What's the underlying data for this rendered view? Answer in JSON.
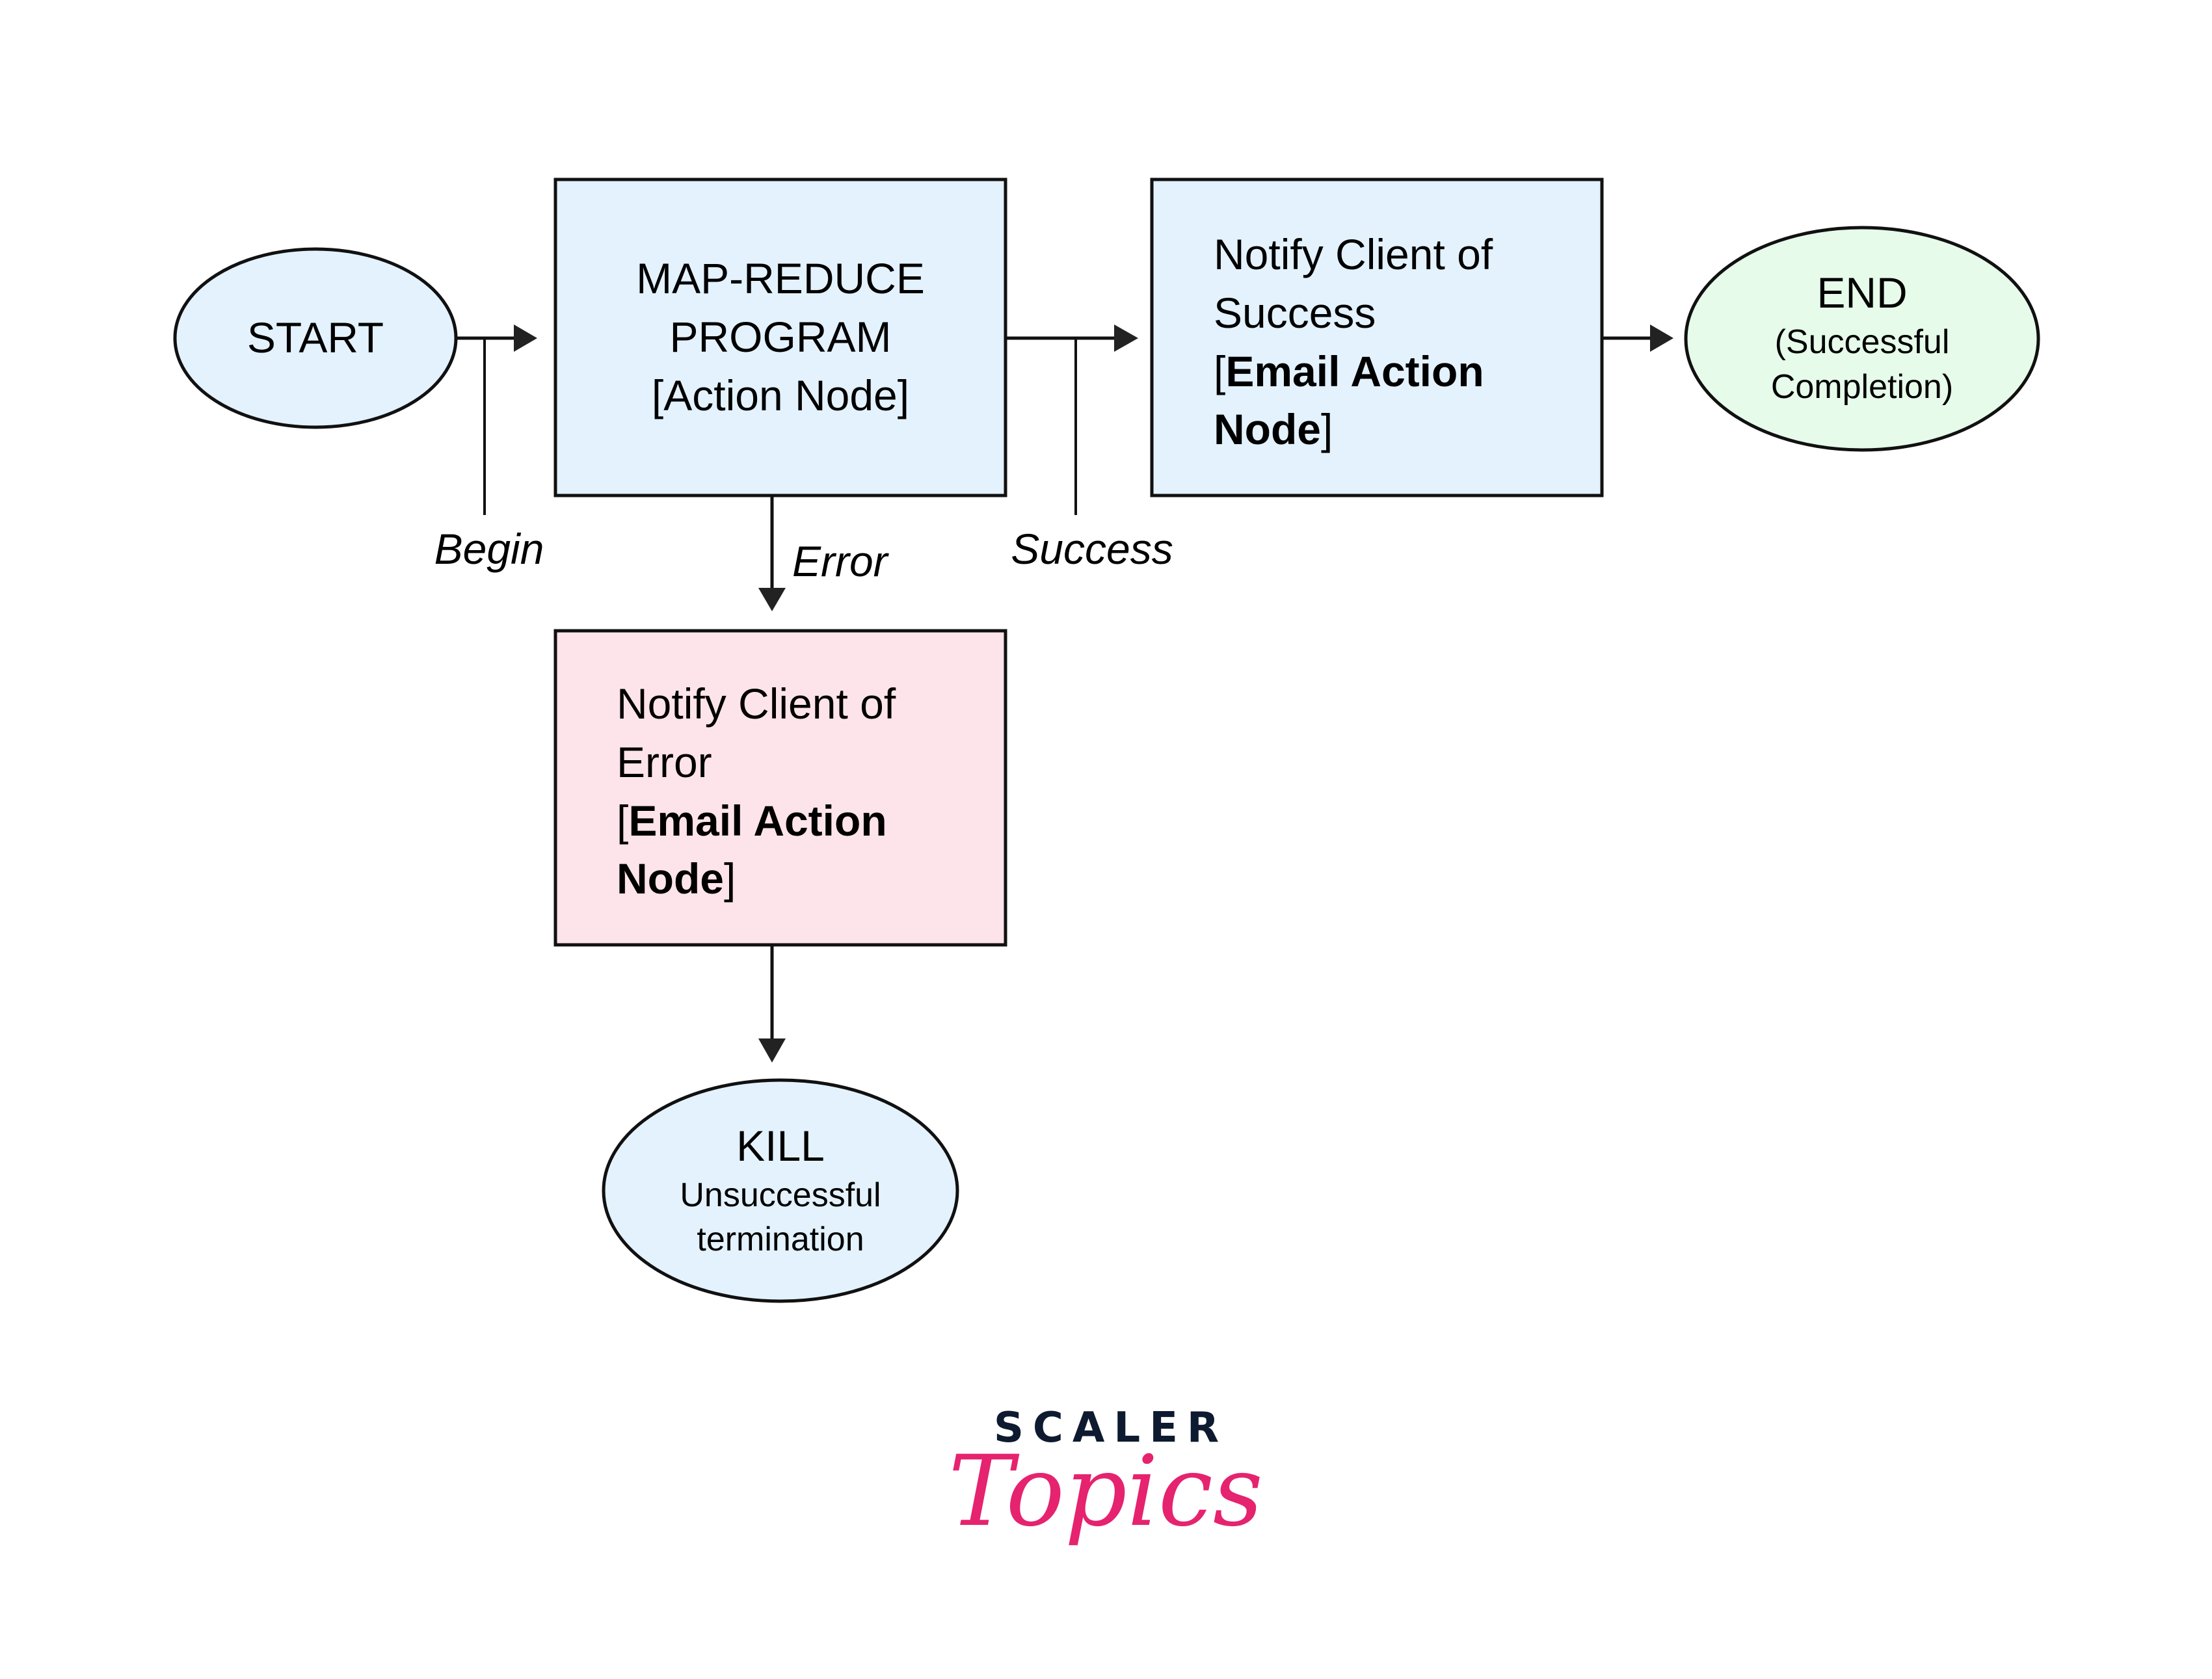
{
  "diagram": {
    "title": "Oozie workflow: Map-Reduce with email notifications",
    "colors": {
      "node_blue_fill": "#E3F2FD",
      "node_pink_fill": "#FDE4EA",
      "node_green_fill": "#E6FBEA",
      "stroke": "#111111",
      "logo_navy": "#0E1A2F",
      "logo_pink": "#E5236F"
    },
    "nodes": {
      "start": {
        "shape": "ellipse",
        "lines": [
          "START"
        ]
      },
      "mapreduce": {
        "shape": "rectangle",
        "lines": [
          "MAP-REDUCE",
          "PROGRAM",
          "[Action Node]"
        ]
      },
      "notify_success": {
        "shape": "rectangle",
        "lines": [
          "Notify Client of",
          "Success"
        ],
        "bold_line_1": {
          "open": "[",
          "bold": "Email Action",
          "close": ""
        },
        "bold_line_2": {
          "open": "",
          "bold": "Node",
          "close": "]"
        }
      },
      "end": {
        "shape": "ellipse",
        "title": "END",
        "subtitle_lines": [
          "(Successful",
          "Completion)"
        ]
      },
      "notify_error": {
        "shape": "rectangle",
        "lines": [
          "Notify Client of",
          "Error"
        ],
        "bold_line_1": {
          "open": "[",
          "bold": "Email Action",
          "close": ""
        },
        "bold_line_2": {
          "open": "",
          "bold": "Node",
          "close": "]"
        }
      },
      "kill": {
        "shape": "ellipse",
        "title": "KILL",
        "subtitle_lines": [
          "Unsuccessful",
          "termination"
        ]
      }
    },
    "edges": [
      {
        "from": "start",
        "to": "mapreduce",
        "label": "Begin"
      },
      {
        "from": "mapreduce",
        "to": "notify_success",
        "label": "Success"
      },
      {
        "from": "notify_success",
        "to": "end",
        "label": ""
      },
      {
        "from": "mapreduce",
        "to": "notify_error",
        "label": "Error"
      },
      {
        "from": "notify_error",
        "to": "kill",
        "label": ""
      }
    ]
  },
  "logo": {
    "line1": "SCALER",
    "line2": "Topics"
  }
}
